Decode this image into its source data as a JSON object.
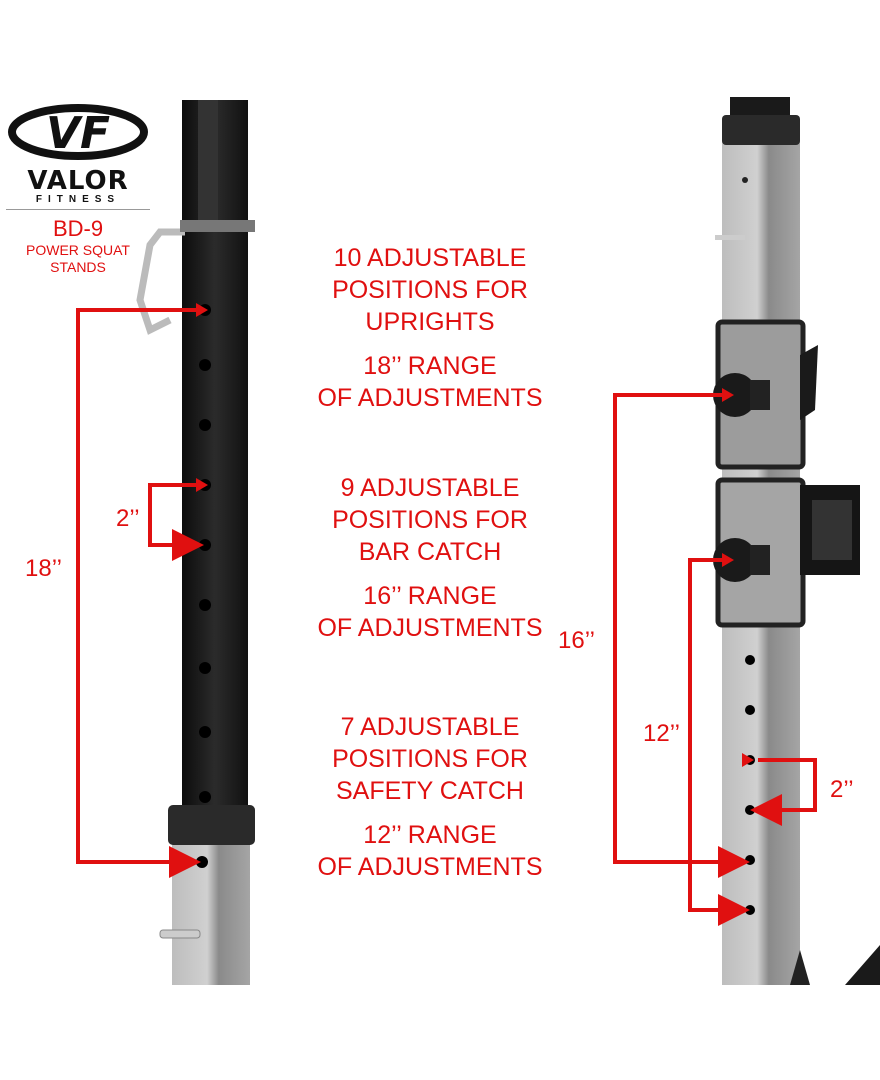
{
  "logo": {
    "mark": "VF",
    "brand": "VALOR",
    "sub": "FITNESS"
  },
  "product": {
    "model": "BD-9",
    "desc_line1": "POWER SQUAT",
    "desc_line2": "STANDS"
  },
  "specs": [
    {
      "l1": "10 ADJUSTABLE",
      "l2": "POSITIONS FOR",
      "l3": "UPRIGHTS",
      "r1": "18’’ RANGE",
      "r2": "OF ADJUSTMENTS"
    },
    {
      "l1": "9 ADJUSTABLE",
      "l2": "POSITIONS FOR",
      "l3": "BAR CATCH",
      "r1": "16’’ RANGE",
      "r2": "OF ADJUSTMENTS"
    },
    {
      "l1": "7 ADJUSTABLE",
      "l2": "POSITIONS FOR",
      "l3": "SAFETY CATCH",
      "r1": "12’’ RANGE",
      "r2": "OF ADJUSTMENTS"
    }
  ],
  "dimensions": {
    "left_total": "18’’",
    "left_step": "2’’",
    "right_bar": "16’’",
    "right_safety": "12’’",
    "right_step": "2’’"
  },
  "colors": {
    "accent": "#e01010",
    "post_black": "#1a1a1a",
    "post_silver": "#9a9a9a"
  }
}
